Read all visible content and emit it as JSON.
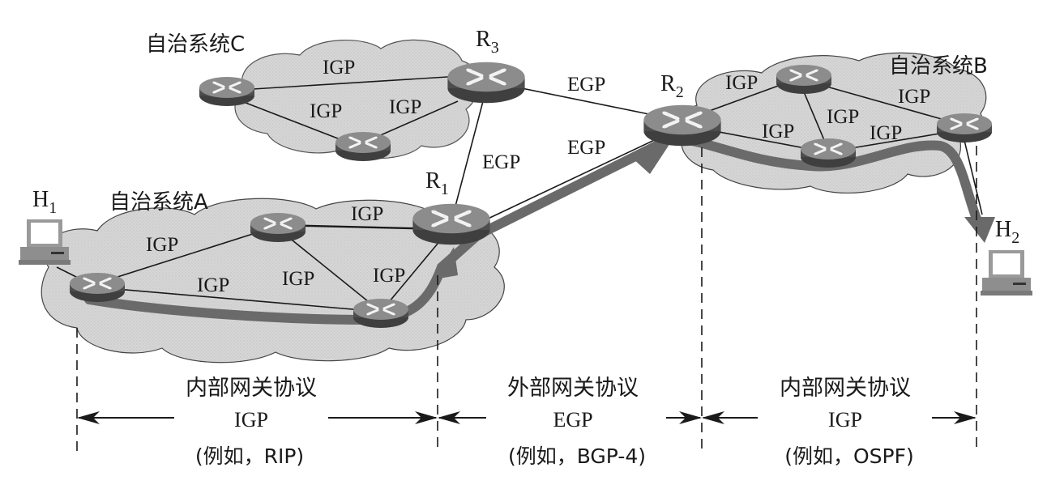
{
  "autonomous_systems": {
    "A": {
      "label": "自治系统A"
    },
    "B": {
      "label": "自治系统B"
    },
    "C": {
      "label": "自治系统C"
    }
  },
  "routers": {
    "R1": {
      "main": "R",
      "sub": "1"
    },
    "R2": {
      "main": "R",
      "sub": "2"
    },
    "R3": {
      "main": "R",
      "sub": "3"
    }
  },
  "hosts": {
    "H1": {
      "main": "H",
      "sub": "1"
    },
    "H2": {
      "main": "H",
      "sub": "2"
    }
  },
  "link_labels": {
    "igp": "IGP",
    "egp": "EGP"
  },
  "sections": [
    {
      "name": "内部网关协议",
      "protocol": "IGP",
      "example": "(例如，RIP)"
    },
    {
      "name": "外部网关协议",
      "protocol": "EGP",
      "example": "(例如，BGP-4)"
    },
    {
      "name": "内部网关协议",
      "protocol": "IGP",
      "example": "(例如，OSPF)"
    }
  ],
  "colors": {
    "cloud": "#d4d4d4",
    "router_top": "#8a8a8a",
    "router_side": "#4a4a4a",
    "path_arrow": "#6a6a6a"
  }
}
